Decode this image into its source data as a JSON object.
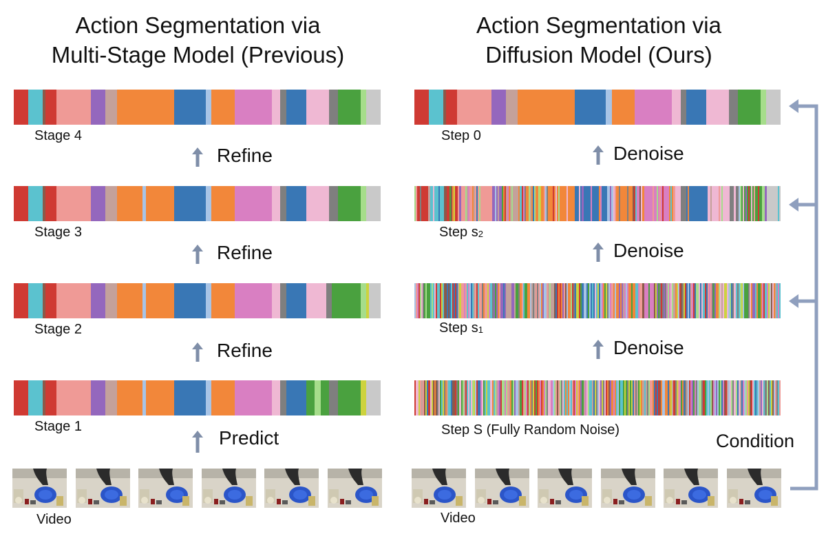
{
  "titles": {
    "left": [
      "Action Segmentation via",
      "Multi-Stage Model (Previous)"
    ],
    "right": [
      "Action Segmentation via",
      "Diffusion Model (Ours)"
    ]
  },
  "palette": [
    "#5bc2cf",
    "#cf3a33",
    "#8b5a4a",
    "#ef9a96",
    "#9467bd",
    "#c4a19b",
    "#f2873a",
    "#3977b5",
    "#a8c4e6",
    "#d97fc2",
    "#efb8d3",
    "#7f7f7f",
    "#4aa13f",
    "#a6dd8b",
    "#cdd33e",
    "#c9c9c9"
  ],
  "left": {
    "bars": [
      {
        "label": "Stage 4",
        "segments": [
          [
            0,
            1
          ],
          [
            2,
            1
          ],
          [
            4,
            1
          ],
          [
            5,
            0
          ],
          [
            10,
            2
          ],
          [
            11,
            1
          ],
          [
            15,
            3
          ],
          [
            27,
            4
          ],
          [
            32,
            5
          ],
          [
            36,
            6
          ],
          [
            56,
            7
          ],
          [
            67,
            8
          ],
          [
            69,
            6
          ],
          [
            77,
            9
          ],
          [
            90,
            10
          ],
          [
            93,
            11
          ],
          [
            95,
            7
          ],
          [
            102,
            10
          ],
          [
            110,
            11
          ],
          [
            113,
            12
          ],
          [
            121,
            13
          ],
          [
            123,
            15
          ],
          [
            126,
            15
          ]
        ],
        "noisy": 0
      },
      {
        "label": "Stage 3",
        "segments": [
          [
            0,
            1
          ],
          [
            2,
            1
          ],
          [
            4,
            1
          ],
          [
            5,
            0
          ],
          [
            10,
            2
          ],
          [
            11,
            1
          ],
          [
            15,
            3
          ],
          [
            27,
            4
          ],
          [
            32,
            5
          ],
          [
            36,
            6
          ],
          [
            45,
            8
          ],
          [
            46,
            6
          ],
          [
            56,
            7
          ],
          [
            67,
            8
          ],
          [
            69,
            6
          ],
          [
            77,
            9
          ],
          [
            90,
            10
          ],
          [
            93,
            11
          ],
          [
            95,
            7
          ],
          [
            102,
            10
          ],
          [
            110,
            11
          ],
          [
            113,
            12
          ],
          [
            121,
            13
          ],
          [
            123,
            15
          ],
          [
            126,
            15
          ]
        ],
        "noisy": 0
      },
      {
        "label": "Stage 2",
        "segments": [
          [
            0,
            1
          ],
          [
            2,
            1
          ],
          [
            4,
            1
          ],
          [
            5,
            0
          ],
          [
            10,
            2
          ],
          [
            11,
            1
          ],
          [
            15,
            3
          ],
          [
            27,
            4
          ],
          [
            32,
            5
          ],
          [
            36,
            6
          ],
          [
            45,
            8
          ],
          [
            46,
            6
          ],
          [
            56,
            7
          ],
          [
            67,
            8
          ],
          [
            69,
            6
          ],
          [
            77,
            9
          ],
          [
            90,
            10
          ],
          [
            93,
            11
          ],
          [
            95,
            7
          ],
          [
            102,
            10
          ],
          [
            109,
            11
          ],
          [
            111,
            12
          ],
          [
            113,
            12
          ],
          [
            121,
            13
          ],
          [
            123,
            14
          ],
          [
            124,
            15
          ],
          [
            126,
            15
          ]
        ],
        "noisy": 0
      },
      {
        "label": "Stage 1",
        "segments": [
          [
            0,
            1
          ],
          [
            2,
            1
          ],
          [
            4,
            1
          ],
          [
            5,
            0
          ],
          [
            10,
            2
          ],
          [
            11,
            1
          ],
          [
            15,
            3
          ],
          [
            27,
            4
          ],
          [
            32,
            5
          ],
          [
            36,
            6
          ],
          [
            45,
            8
          ],
          [
            46,
            6
          ],
          [
            56,
            7
          ],
          [
            67,
            8
          ],
          [
            69,
            6
          ],
          [
            77,
            9
          ],
          [
            90,
            10
          ],
          [
            93,
            11
          ],
          [
            95,
            7
          ],
          [
            102,
            12
          ],
          [
            105,
            13
          ],
          [
            107,
            12
          ],
          [
            110,
            11
          ],
          [
            113,
            12
          ],
          [
            121,
            14
          ],
          [
            123,
            15
          ],
          [
            126,
            15
          ]
        ],
        "noisy": 0
      }
    ],
    "ops": [
      "Refine",
      "Refine",
      "Refine",
      "Predict"
    ],
    "video_label": "Video"
  },
  "right": {
    "bars": [
      {
        "label": "Step 0",
        "label_sub": "",
        "noisy": 0
      },
      {
        "label": "Step s",
        "label_sub": "2",
        "noisy": 0.35
      },
      {
        "label": "Step s",
        "label_sub": "1",
        "noisy": 0.75
      },
      {
        "label": "Step S (Fully Random Noise)",
        "label_sub": "",
        "noisy": 1
      }
    ],
    "ops": [
      "Denoise",
      "Denoise",
      "Denoise"
    ],
    "condition_label": "Condition",
    "video_label": "Video"
  },
  "colors": {
    "arrow": "#7f8ea8",
    "side_arrow": "#8f9fbe"
  }
}
